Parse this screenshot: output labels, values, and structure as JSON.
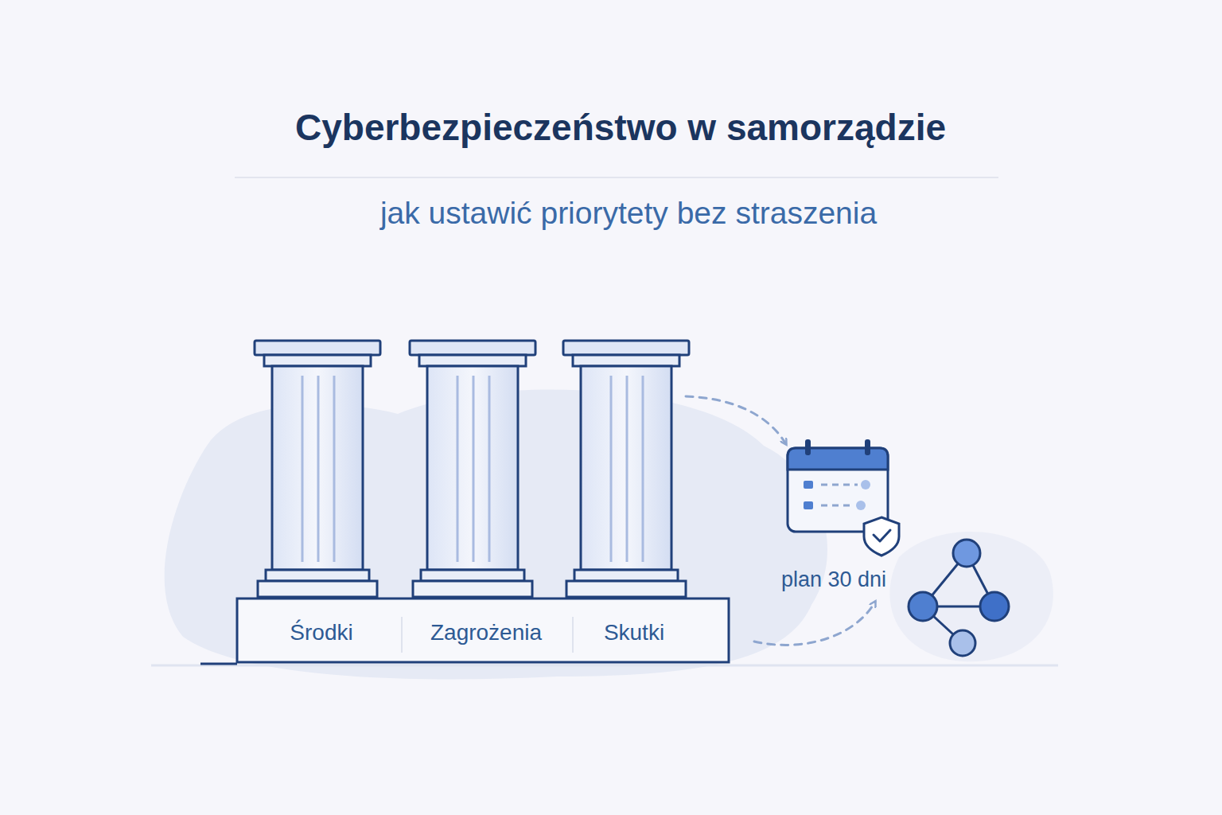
{
  "diagram": {
    "title": "Cyberbezpieczeństwo w samorządzie",
    "nodes": [
      {
        "text": [
          "Środki"
        ]
      },
      {
        "text": [
          "Zagrożenia"
        ]
      },
      {
        "text": [
          "Skutki"
        ]
      }
    ],
    "labels": [
      "jak ustawić priorytety bez straszenia",
      "plan 30 dni"
    ]
  }
}
